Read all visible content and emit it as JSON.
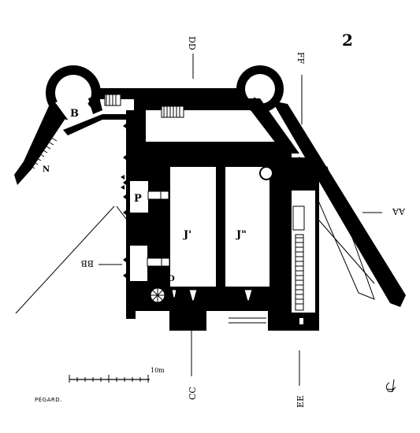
{
  "plate_number": "2",
  "credit": "PÉGARD.",
  "scale_label": "10m",
  "room_labels": {
    "b": "B",
    "n": "N",
    "p": "P",
    "j1": "J'",
    "j2": "J\"",
    "o": "O"
  },
  "section_labels": {
    "dd": "DD",
    "ff": "FF",
    "aa": "AA",
    "bb": "BB",
    "cc": "CC",
    "ee": "EE"
  }
}
